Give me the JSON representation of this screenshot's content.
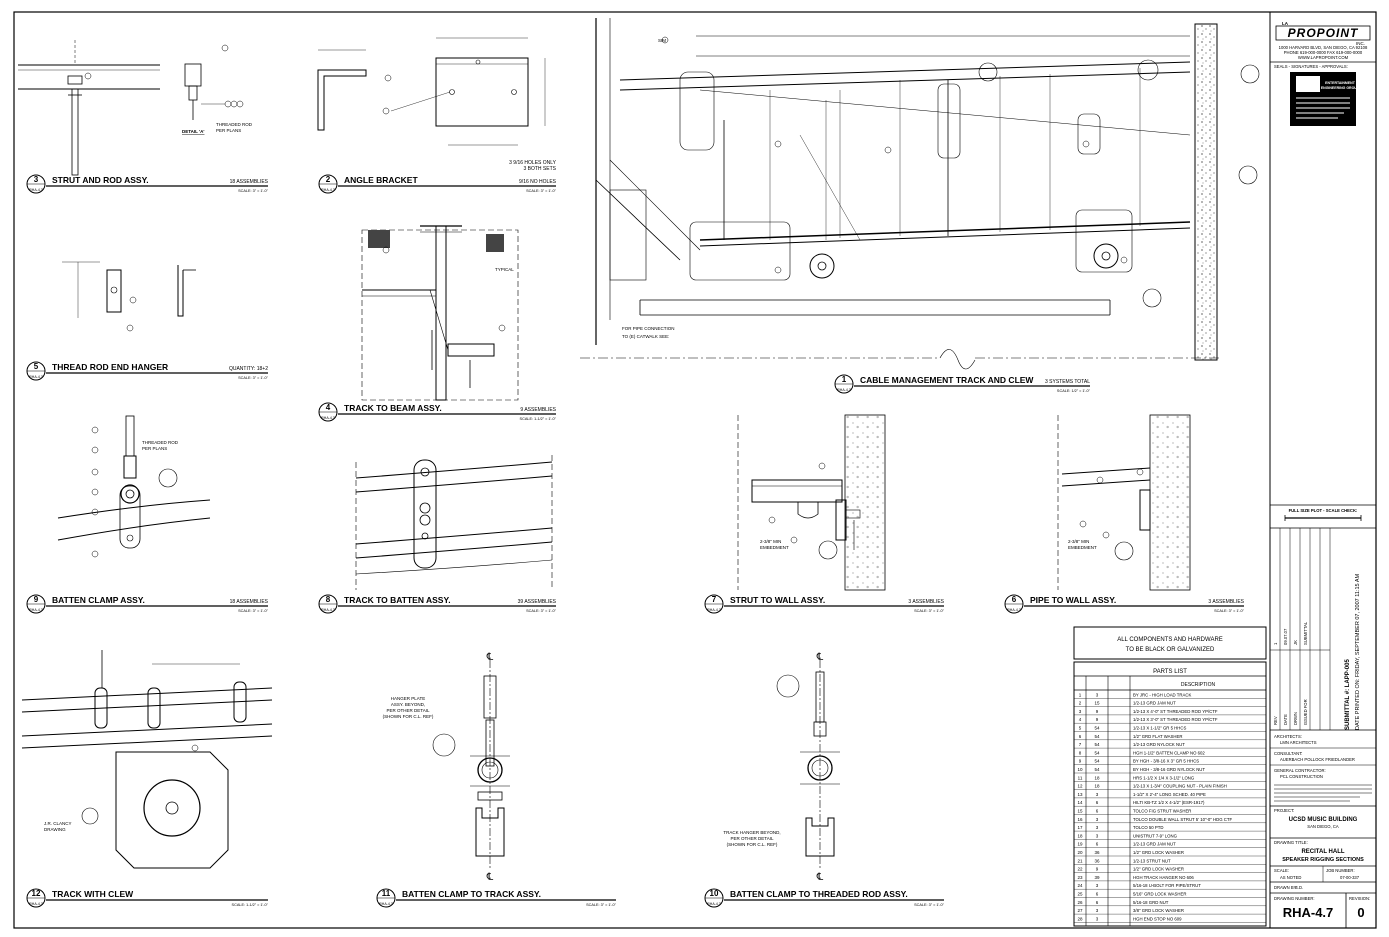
{
  "details": [
    {
      "num": "3",
      "title": "STRUT AND ROD ASSY.",
      "qty": "18 ASSEMBLIES",
      "scale": "SCALE: 3\" = 1'-0\"",
      "sheet": "RHA-4.7"
    },
    {
      "num": "2",
      "title": "ANGLE BRACKET",
      "qty": "9/16 NO HOLES",
      "scale": "SCALE: 3\" = 1'-0\"",
      "sheet": "RHA-4.7",
      "notes": [
        "3 9/16 HOLES ONLY",
        "3 BOTH SETS"
      ]
    },
    {
      "num": "5",
      "title": "THREAD ROD END HANGER",
      "qty": "QUANTITY: 18+2",
      "scale": "SCALE: 3\" = 1'-0\"",
      "sheet": "RHA-4.7"
    },
    {
      "num": "4",
      "title": "TRACK TO BEAM ASSY.",
      "qty": "9 ASSEMBLIES",
      "scale": "SCALE: 1-1/2\" = 1'-0\"",
      "sheet": "RHA-4.7"
    },
    {
      "num": "9",
      "title": "BATTEN CLAMP ASSY.",
      "qty": "18 ASSEMBLIES",
      "scale": "SCALE: 3\" = 1'-0\"",
      "sheet": "RHA-4.7"
    },
    {
      "num": "8",
      "title": "TRACK TO BATTEN ASSY.",
      "qty": "39 ASSEMBLIES",
      "scale": "SCALE: 3\" = 1'-0\"",
      "sheet": "RHA-4.7"
    },
    {
      "num": "1",
      "title": "CABLE MANAGEMENT TRACK AND CLEW",
      "qty": "3 SYSTEMS TOTAL",
      "scale": "SCALE: 1/2\" = 1'-0\"",
      "sheet": "RHA-4.7"
    },
    {
      "num": "7",
      "title": "STRUT TO WALL ASSY.",
      "qty": "3 ASSEMBLIES",
      "scale": "SCALE: 3\" = 1'-0\"",
      "sheet": "RHA-4.7"
    },
    {
      "num": "6",
      "title": "PIPE TO WALL ASSY.",
      "qty": "3 ASSEMBLIES",
      "scale": "SCALE: 3\" = 1'-0\"",
      "sheet": "RHA-4.7"
    },
    {
      "num": "12",
      "title": "TRACK WITH CLEW",
      "qty": "",
      "scale": "SCALE: 1-1/2\" = 1'-0\"",
      "sheet": "RHA-4.7"
    },
    {
      "num": "11",
      "title": "BATTEN CLAMP TO TRACK ASSY.",
      "qty": "",
      "scale": "SCALE: 3\" = 1'-0\"",
      "sheet": "RHA-4.7"
    },
    {
      "num": "10",
      "title": "BATTEN CLAMP TO THREADED ROD ASSY.",
      "qty": "",
      "scale": "SCALE: 3\" = 1'-0\"",
      "sheet": "RHA-4.7"
    }
  ],
  "annotations": {
    "detail_a": "DETAIL 'A'",
    "threaded_rod": "THREADED ROD",
    "per_plans": "PER PLANS",
    "typical": "TYPICAL",
    "hanger_plate": [
      "HANGER PLATE",
      "ASSY. BEYOND,",
      "PER OTHER DETAIL",
      "(SHOWN FOR C.L. REF)"
    ],
    "track_hanger": [
      "TRACK HANGER BEYOND,",
      "PER OTHER DETAIL",
      "(SHOWN FOR C.L. REF)"
    ],
    "pipe_conn": [
      "FOR PIPE CONNECTION",
      "TO (E) CATWALK SEE:"
    ],
    "embed": [
      "2-3/8\" MIN",
      "EMBEDMENT"
    ],
    "jr_clancy": [
      "J.R. CLANCY",
      "DRAWING"
    ],
    "sim": "SIM",
    "cl": "℄"
  },
  "notes_box": [
    "ALL COMPONENTS AND HARDWARE",
    "TO BE BLACK OR GALVANIZED"
  ],
  "parts_list": {
    "title": "PARTS LIST",
    "desc_header": "DESCRIPTION",
    "rows": [
      {
        "n": "1",
        "q": "3",
        "d": "BY JRC - HIGH LOAD TRACK"
      },
      {
        "n": "2",
        "q": "15",
        "d": "1/2-13 GRD JAM NUT"
      },
      {
        "n": "3",
        "q": "9",
        "d": "1/2-13 X 4'-0\" ST THREADED ROD YP/CTF"
      },
      {
        "n": "4",
        "q": "9",
        "d": "1/2-13 X 3'-0\" ST THREADED ROD YP/CTF"
      },
      {
        "n": "5",
        "q": "54",
        "d": "1/2-13 X 1-1/2\" GR 5 HHCS"
      },
      {
        "n": "6",
        "q": "54",
        "d": "1/2\" GRD FLAT WASHER"
      },
      {
        "n": "7",
        "q": "54",
        "d": "1/2-13 GRD NYLOCK NUT"
      },
      {
        "n": "8",
        "q": "54",
        "d": "HGH 1-1/2\" BATTEN CLAMP NO 602"
      },
      {
        "n": "9",
        "q": "54",
        "d": "BY HGH - 3/8-16 X 3\" GR 5 HHCS"
      },
      {
        "n": "10",
        "q": "54",
        "d": "BY HGH - 3/8-16 GRD NYLOCK NUT"
      },
      {
        "n": "11",
        "q": "18",
        "d": "HRS 1-1/2 X 1/4 X 3-1/2\" LONG"
      },
      {
        "n": "12",
        "q": "18",
        "d": "1/2-13 X 1-3/4\" COUPLING NUT - PLAIN FINISH"
      },
      {
        "n": "13",
        "q": "3",
        "d": "1-1/2\" X 2'-4\" LONG SCHED. 40 PIPE"
      },
      {
        "n": "14",
        "q": "6",
        "d": "HILTI KB-TZ 1/2 X 4-1/2\" (ESR-1917)"
      },
      {
        "n": "15",
        "q": "6",
        "d": "TOLCO FIG STRUT WASHER"
      },
      {
        "n": "16",
        "q": "3",
        "d": "TOLCO DOUBLE WALL STRUT 5' 10\"-0\" HDG CTF"
      },
      {
        "n": "17",
        "q": "3",
        "d": "TOLCO 50 PTD"
      },
      {
        "n": "18",
        "q": "3",
        "d": "UNISTRUT 7-9\" LONG"
      },
      {
        "n": "19",
        "q": "6",
        "d": "1/2-13 GRD JAM NUT"
      },
      {
        "n": "20",
        "q": "36",
        "d": "1/2\" GRD LOCK WASHER"
      },
      {
        "n": "21",
        "q": "36",
        "d": "1/2-13 STRUT NUT"
      },
      {
        "n": "22",
        "q": "9",
        "d": "1/2\" GRD LOCK WASHER"
      },
      {
        "n": "23",
        "q": "39",
        "d": "HGH TRACK HANGER NO 606"
      },
      {
        "n": "24",
        "q": "3",
        "d": "5/16-18 U-BOLT FOR PIPE/STRUT"
      },
      {
        "n": "25",
        "q": "6",
        "d": "5/16\" GRD LOCK WASHER"
      },
      {
        "n": "26",
        "q": "6",
        "d": "5/16-18 GRD NUT"
      },
      {
        "n": "27",
        "q": "3",
        "d": "3/8\" GRD LOCK WASHER"
      },
      {
        "n": "28",
        "q": "3",
        "d": "HGH END STOP NO 609"
      }
    ]
  },
  "title_block": {
    "logo_small": "LA",
    "logo": "PROPOINT",
    "logo_suffix": "INC.",
    "address": [
      "1000 HARVARD BLVD, SAN DIEGO, CA 92108",
      "PHONE 619-000-0000  FAX 619-000-0000",
      "WWW.LAPROPOINT.COM"
    ],
    "seals_label": "SEALS - SIGNATURES - APPROVALS:",
    "stamp": [
      "ENTERTAINMENT",
      "ENGINEERING GROUP"
    ],
    "full_size": "FULL SIZE PLOT - SCALE CHECK:",
    "submittal": "SUBMITTAL #: LAPP-005",
    "printed": "DATE PRINTED ON: FRIDAY, SEPTEMBER 07, 2007 11:15 AM",
    "rev_labels": [
      "REV",
      "DATE",
      "DRWN",
      "ISSUED FOR"
    ],
    "rev_entry": [
      "1",
      "09.07.07",
      "JK",
      "SUBMITTAL"
    ],
    "architects_label": "ARCHITECTS:",
    "architects": "LMN ARCHITECTS",
    "consultant_label": "CONSULTANT:",
    "consultant": "AUERBACH POLLOCK FRIEDLANDER",
    "gc_label": "GENERAL CONTRACTOR:",
    "gc": "PCL CONSTRUCTION",
    "project_label": "PROJECT:",
    "project": "UCSD MUSIC BUILDING",
    "location": "SAN DIEGO, CA",
    "dtitle_label": "DRAWING TITLE:",
    "dtitle": [
      "RECITAL HALL",
      "SPEAKER RIGGING SECTIONS"
    ],
    "scale_label": "SCALE:",
    "scale": "AS NOTED",
    "job_label": "JOB NUMBER:",
    "job": "07-00-337",
    "drawn_label": "DRAWN BY:",
    "drawn": "S.D.",
    "dnum_label": "DRAWING NUMBER:",
    "dnum": "RHA-4.7",
    "rev_label": "REVISION:",
    "rev": "0"
  }
}
